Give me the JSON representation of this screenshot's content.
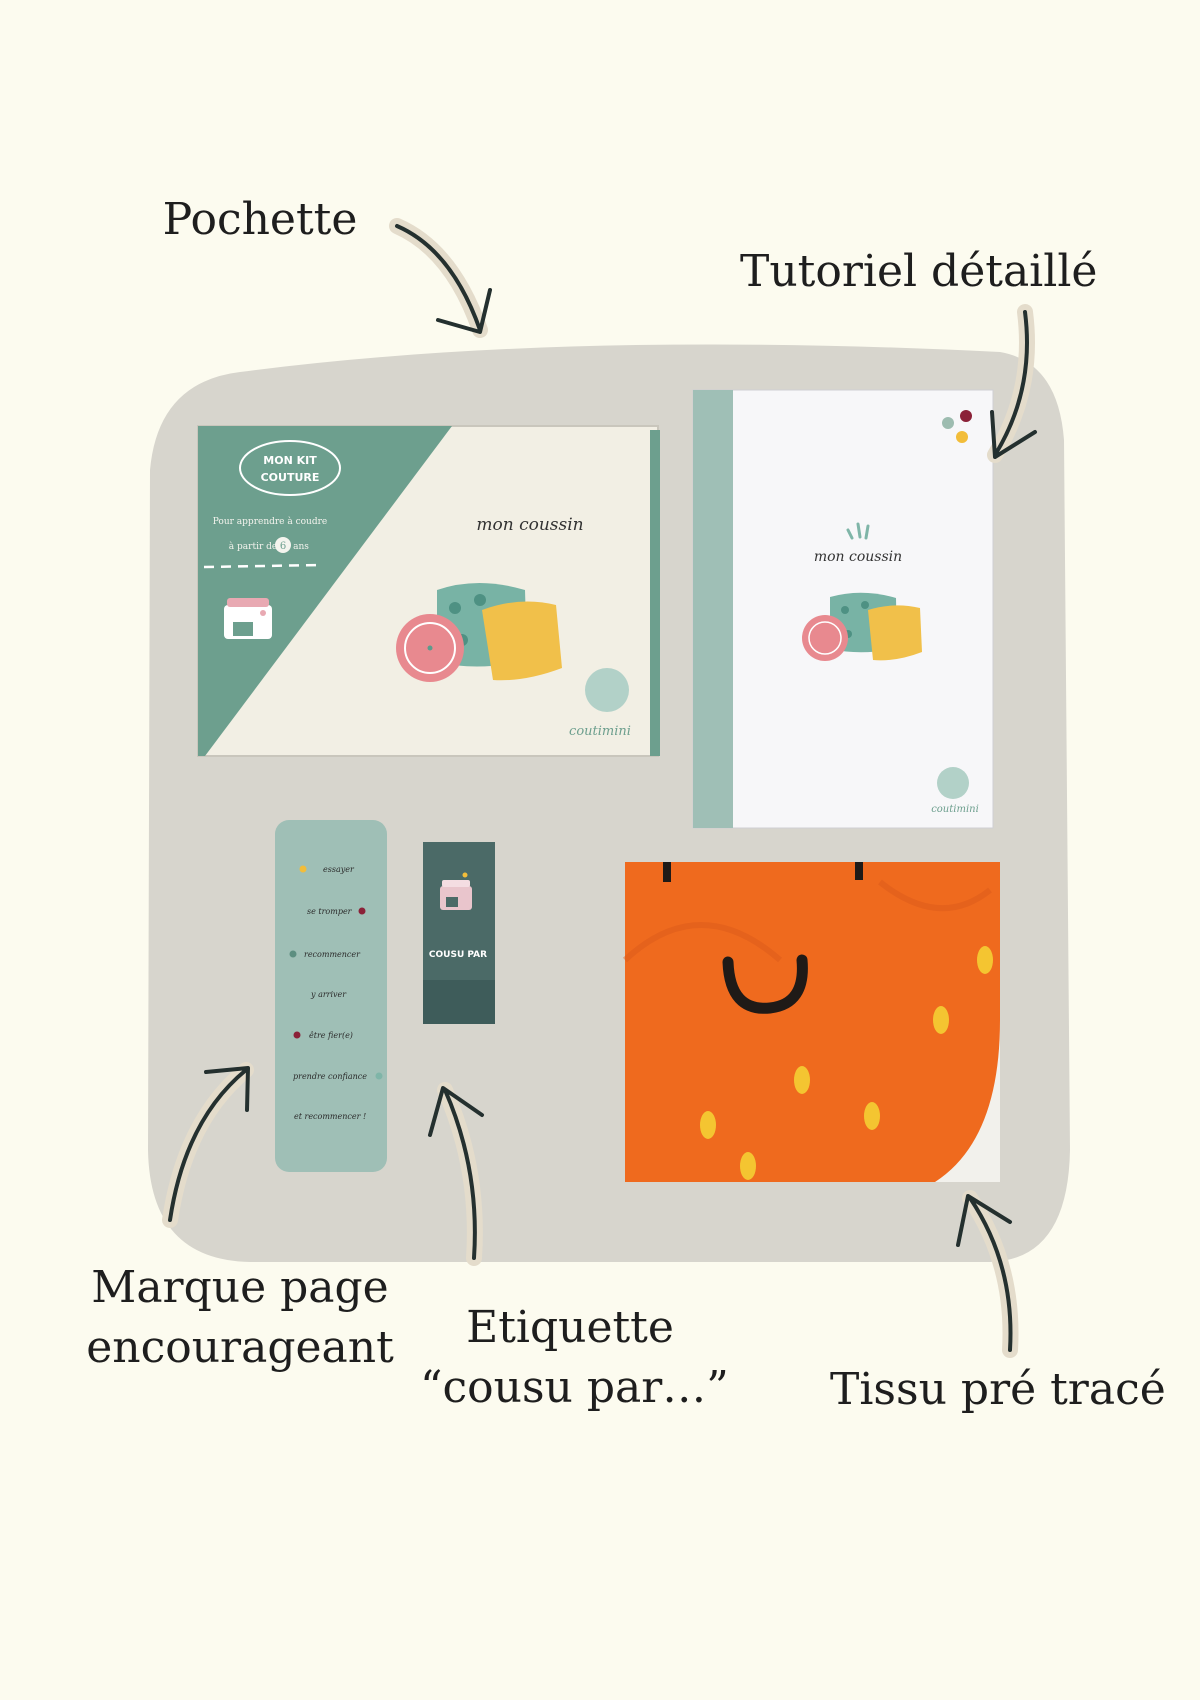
{
  "captions": {
    "pochette": "Pochette",
    "tutoriel": "Tutoriel détaillé",
    "marque_line1": "Marque page",
    "marque_line2": "encourageant",
    "etiquette_line1": "Etiquette",
    "etiquette_line2": "“cousu par…”",
    "tissu": "Tissu pré tracé"
  },
  "pouch": {
    "badge_line1": "MON KIT",
    "badge_line2": "COUTURE",
    "subtitle_line1": "Pour apprendre à coudre",
    "subtitle_prefix": "à partir de",
    "age": "6",
    "subtitle_suffix": "ans",
    "product": "mon coussin",
    "brand": "coutimini"
  },
  "booklet": {
    "product": "mon coussin",
    "brand": "coutimini"
  },
  "bookmark": {
    "items": [
      "essayer",
      "se tromper",
      "recommencer",
      "y arriver",
      "être fier(e)",
      "prendre confiance",
      "et recommencer !"
    ]
  },
  "label": {
    "text": "COUSU PAR"
  },
  "colors": {
    "background": "#fcfbef",
    "backdrop": "#d7d5cd",
    "sage": "#6d9f8e",
    "fabric_orange": "#ef6a1e",
    "seed_yellow": "#f4c531",
    "label_dark": "#3e5c5a"
  }
}
